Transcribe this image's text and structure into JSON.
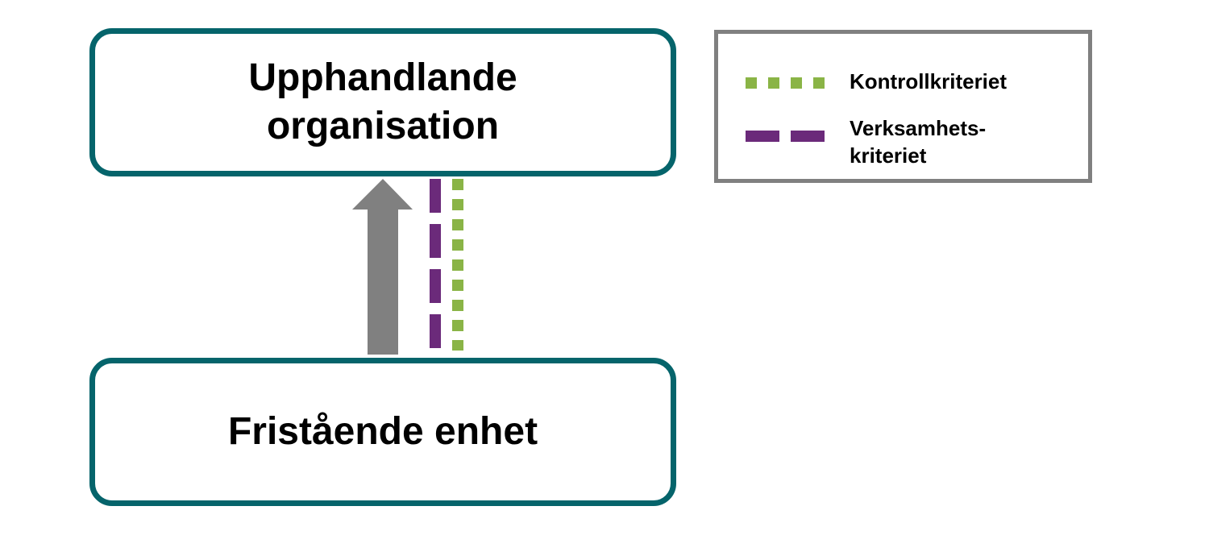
{
  "nodes": {
    "top": "Upphandlande organisation",
    "bottom": "Fristående enhet"
  },
  "legend": {
    "control": "Kontrollkriteriet",
    "activity_line1": "Verksamhets-",
    "activity_line2": "kriteriet"
  },
  "colors": {
    "box": "#05646b",
    "green": "#8ab446",
    "purple": "#6b2a7a",
    "arrow": "#808080"
  }
}
